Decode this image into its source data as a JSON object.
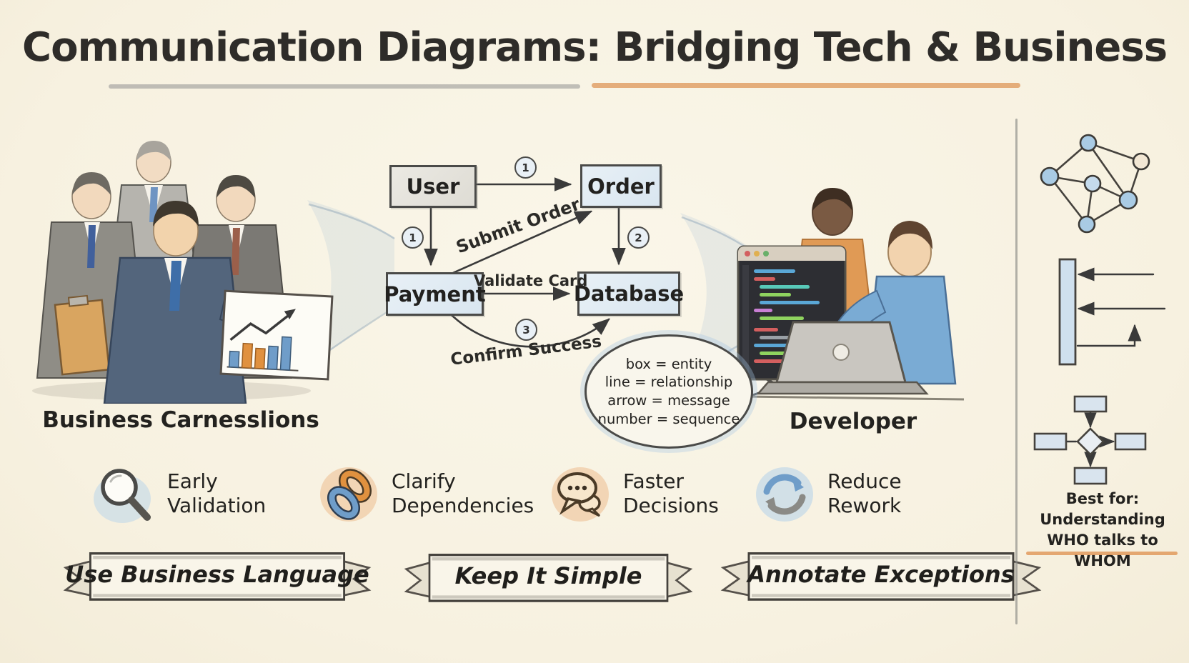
{
  "title": {
    "text": "Communication Diagrams: Bridging Tech & Business"
  },
  "actors": {
    "business_label": "Business Carnesslions",
    "developer_label": "Developer"
  },
  "diagram": {
    "boxes": {
      "user": "User",
      "order": "Order",
      "payment": "Payment",
      "database": "Database"
    },
    "sequence_numbers": {
      "user_order": "1",
      "user_payment": "1",
      "order_database": "2",
      "payment_database_confirm": "3"
    },
    "message_labels": {
      "submit_order": "Submit Order",
      "validate_card": "Validate Card",
      "confirm_success": "Confirm Success"
    }
  },
  "legend_bubble": {
    "line1": "box = entity",
    "line2": "line = relationship",
    "line3": "arrow = message",
    "line4": "number = sequence"
  },
  "benefits": [
    {
      "icon": "magnifier-icon",
      "line1": "Early",
      "line2": "Validation"
    },
    {
      "icon": "chain-links-icon",
      "line1": "Clarify",
      "line2": "Dependencies"
    },
    {
      "icon": "speech-bubbles-icon",
      "line1": "Faster",
      "line2": "Decisions"
    },
    {
      "icon": "cycle-arrows-icon",
      "line1": "Reduce",
      "line2": "Rework"
    }
  ],
  "banners": [
    {
      "label": "Use Business Language"
    },
    {
      "label": "Keep It Simple"
    },
    {
      "label": "Annotate Exceptions"
    }
  ],
  "sidebar": {
    "best_for_line1": "Best for:",
    "best_for_line2": "Understanding",
    "best_for_line3": "WHO talks to WHOM"
  },
  "colors": {
    "background": "#f8f3e4",
    "ink": "#3a3a3a",
    "box_fill": "#dfe9f2",
    "accent_orange": "#e0913f",
    "accent_blue": "#7aabd4"
  }
}
